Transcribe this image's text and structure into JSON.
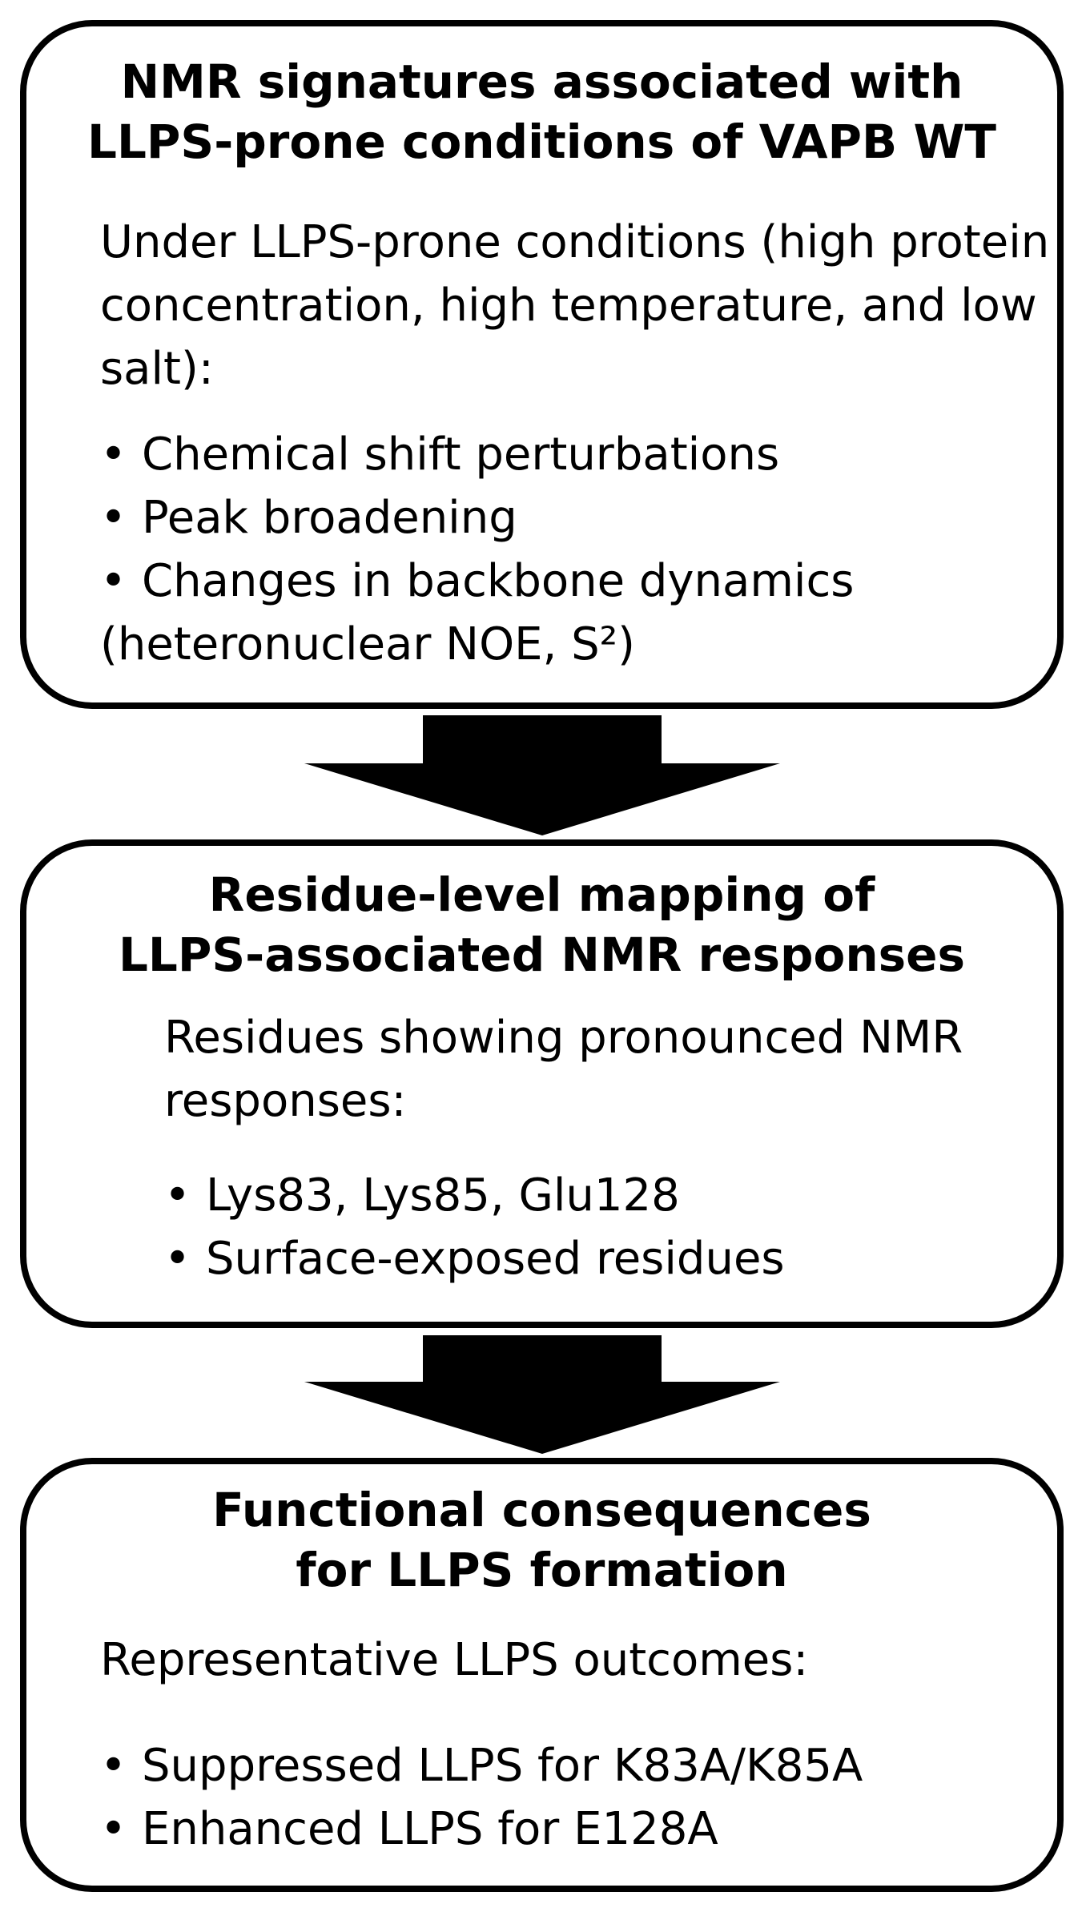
{
  "boxes": [
    {
      "title_line1": "NMR signatures associated with",
      "title_line2": "LLPS-prone conditions of VAPB WT",
      "intro": "Under LLPS-prone conditions (high protein concentration, high temperature, and low salt):",
      "bullets": [
        "Chemical shift perturbations",
        "Peak broadening",
        "Changes in backbone dynamics"
      ],
      "bullet_continuation": "(heteronuclear NOE, S²)"
    },
    {
      "title_line1": "Residue-level mapping of",
      "title_line2": "LLPS-associated NMR responses",
      "intro": "Residues showing pronounced NMR responses:",
      "bullets": [
        "Lys83, Lys85, Glu128",
        "Surface-exposed residues"
      ]
    },
    {
      "title_line1": "Functional consequences",
      "title_line2": "for LLPS formation",
      "intro": "Representative LLPS outcomes:",
      "bullets": [
        "Suppressed LLPS for K83A/K85A",
        "Enhanced LLPS for E128A"
      ]
    }
  ],
  "bullet_symbol": "•",
  "colors": {
    "border": "#000000",
    "arrow": "#000000",
    "background": "#ffffff",
    "text": "#000000"
  }
}
